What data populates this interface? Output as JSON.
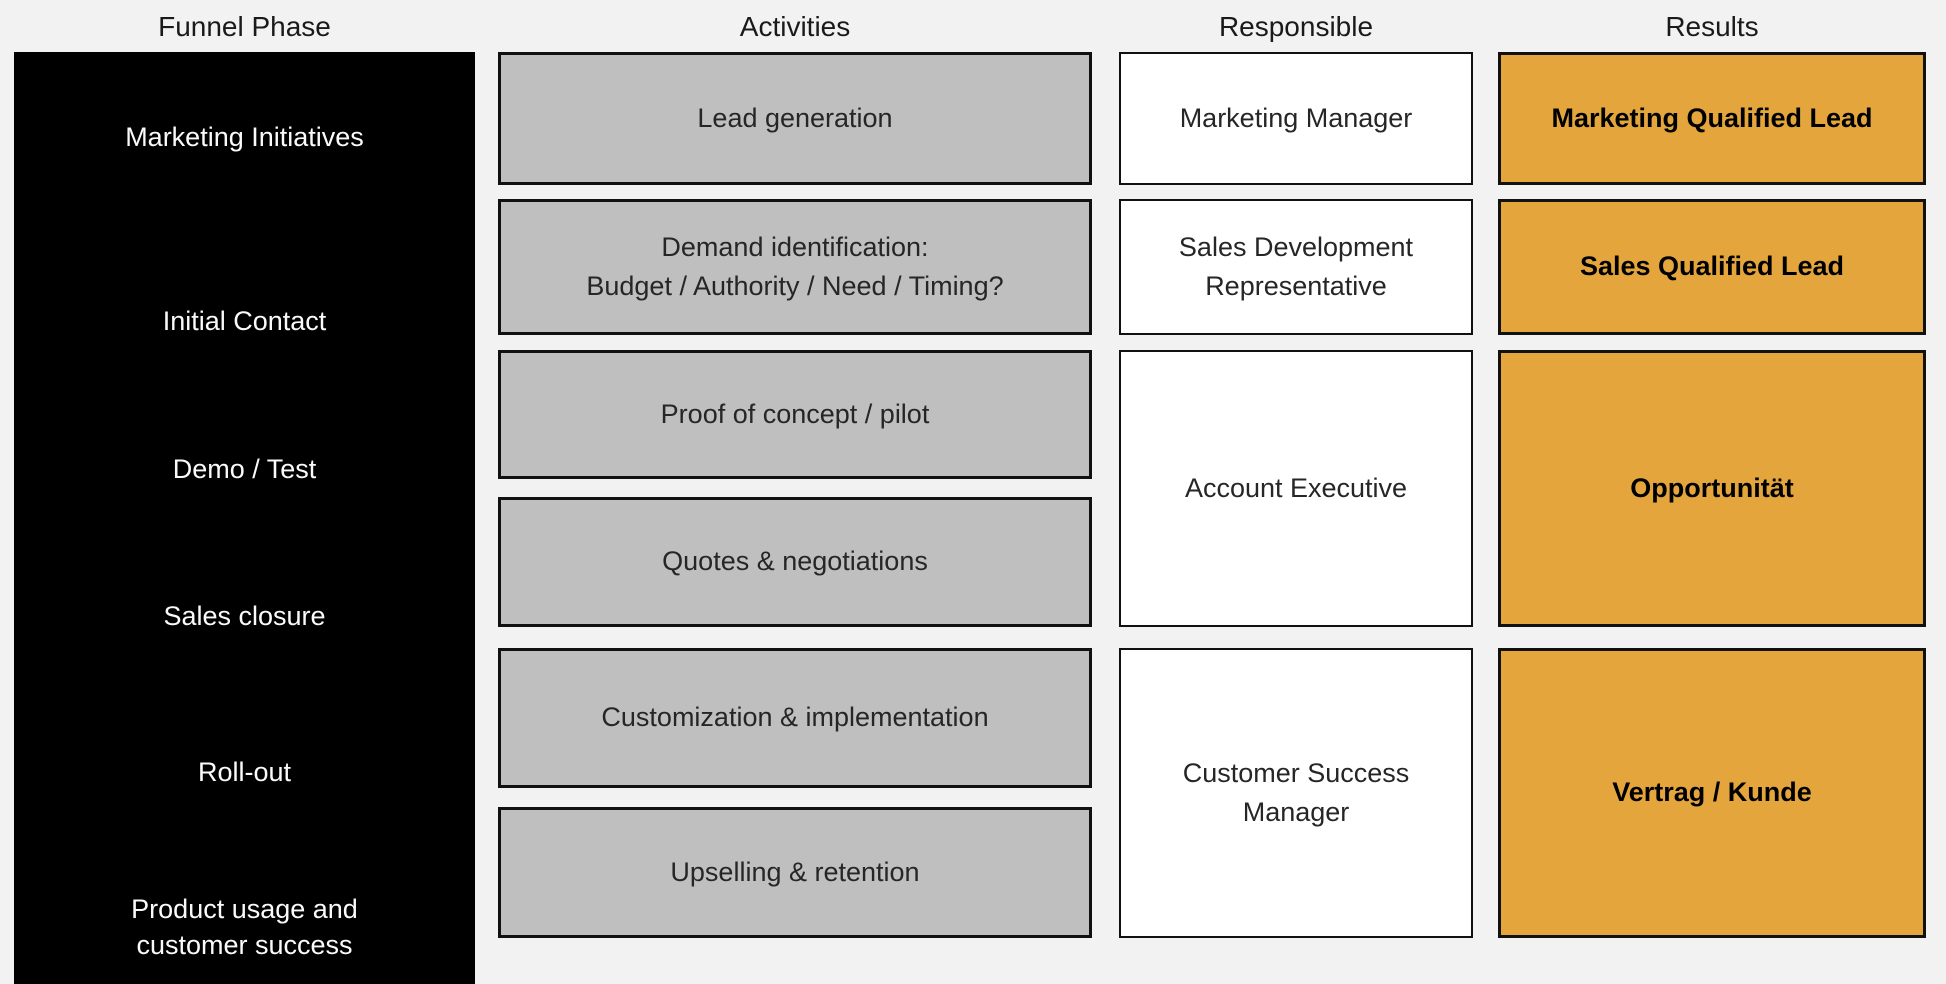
{
  "headers": {
    "funnel_phase": "Funnel Phase",
    "activities": "Activities",
    "responsible": "Responsible",
    "results": "Results"
  },
  "funnel_phases": [
    {
      "label": "Marketing Initiatives"
    },
    {
      "label": "Initial Contact"
    },
    {
      "label": "Demo / Test"
    },
    {
      "label": "Sales closure"
    },
    {
      "label": "Roll-out"
    },
    {
      "label": "Product usage and customer success"
    }
  ],
  "activities": [
    {
      "label": "Lead generation"
    },
    {
      "label": "Demand identification:\nBudget / Authority / Need / Timing?"
    },
    {
      "label": "Proof of concept / pilot"
    },
    {
      "label": "Quotes & negotiations"
    },
    {
      "label": "Customization & implementation"
    },
    {
      "label": "Upselling & retention"
    }
  ],
  "responsible": [
    {
      "label": "Marketing Manager",
      "row_span": 1
    },
    {
      "label": "Sales Development Representative",
      "row_span": 1
    },
    {
      "label": "Account Executive",
      "row_span": 2
    },
    {
      "label": "Customer Success Manager",
      "row_span": 2
    }
  ],
  "results": [
    {
      "label": "Marketing Qualified Lead",
      "row_span": 1
    },
    {
      "label": "Sales Qualified Lead",
      "row_span": 1
    },
    {
      "label": "Opportunität",
      "row_span": 2
    },
    {
      "label": "Vertrag / Kunde",
      "row_span": 2
    }
  ],
  "colors": {
    "page_bg": "#f2f2f2",
    "phase_bg": "#000000",
    "phase_text": "#fafafa",
    "activity_bg": "#bfbfbf",
    "responsible_bg": "#ffffff",
    "result_bg": "#e4a63c",
    "box_border": "#111111",
    "header_text": "#1a1a1a",
    "body_text": "#262626"
  }
}
